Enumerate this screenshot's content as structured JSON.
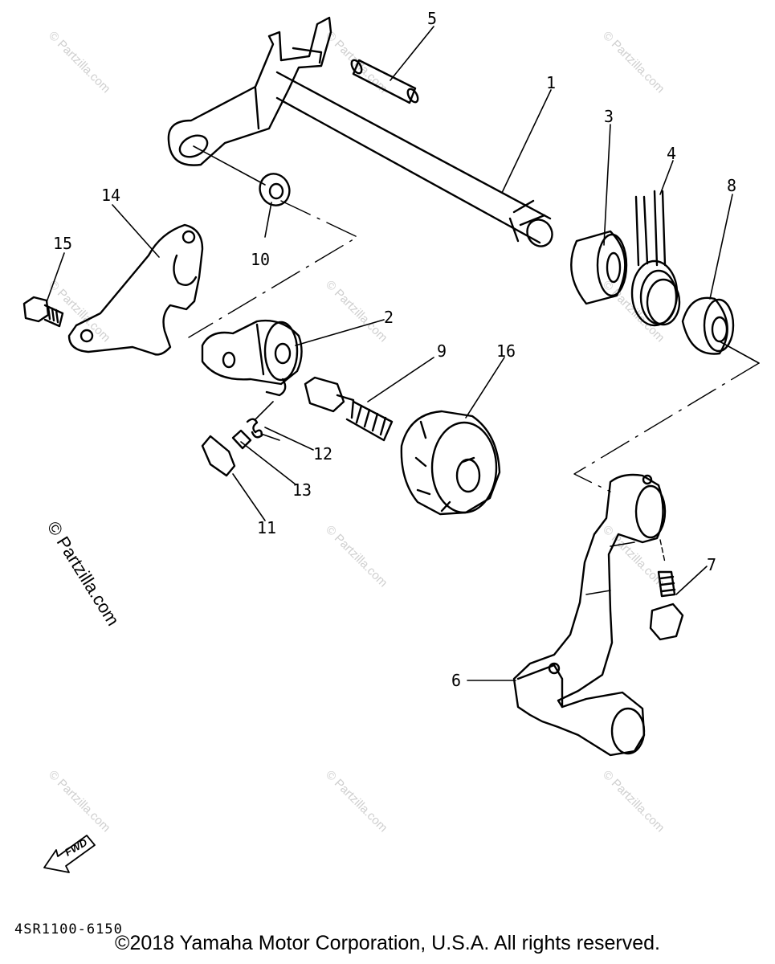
{
  "diagram": {
    "callouts": [
      {
        "id": "1",
        "label": "1"
      },
      {
        "id": "2",
        "label": "2"
      },
      {
        "id": "3",
        "label": "3"
      },
      {
        "id": "4",
        "label": "4"
      },
      {
        "id": "5",
        "label": "5"
      },
      {
        "id": "6",
        "label": "6"
      },
      {
        "id": "7",
        "label": "7"
      },
      {
        "id": "8",
        "label": "8"
      },
      {
        "id": "9",
        "label": "9"
      },
      {
        "id": "10",
        "label": "10"
      },
      {
        "id": "11",
        "label": "11"
      },
      {
        "id": "12",
        "label": "12"
      },
      {
        "id": "13",
        "label": "13"
      },
      {
        "id": "14",
        "label": "14"
      },
      {
        "id": "15",
        "label": "15"
      },
      {
        "id": "16",
        "label": "16"
      }
    ],
    "fwd_label": "FWD",
    "drawing_number": "4SR1100-6150",
    "watermark": "© Partzilla.com",
    "copyright": "©2018 Yamaha Motor Corporation, U.S.A. All rights reserved."
  }
}
